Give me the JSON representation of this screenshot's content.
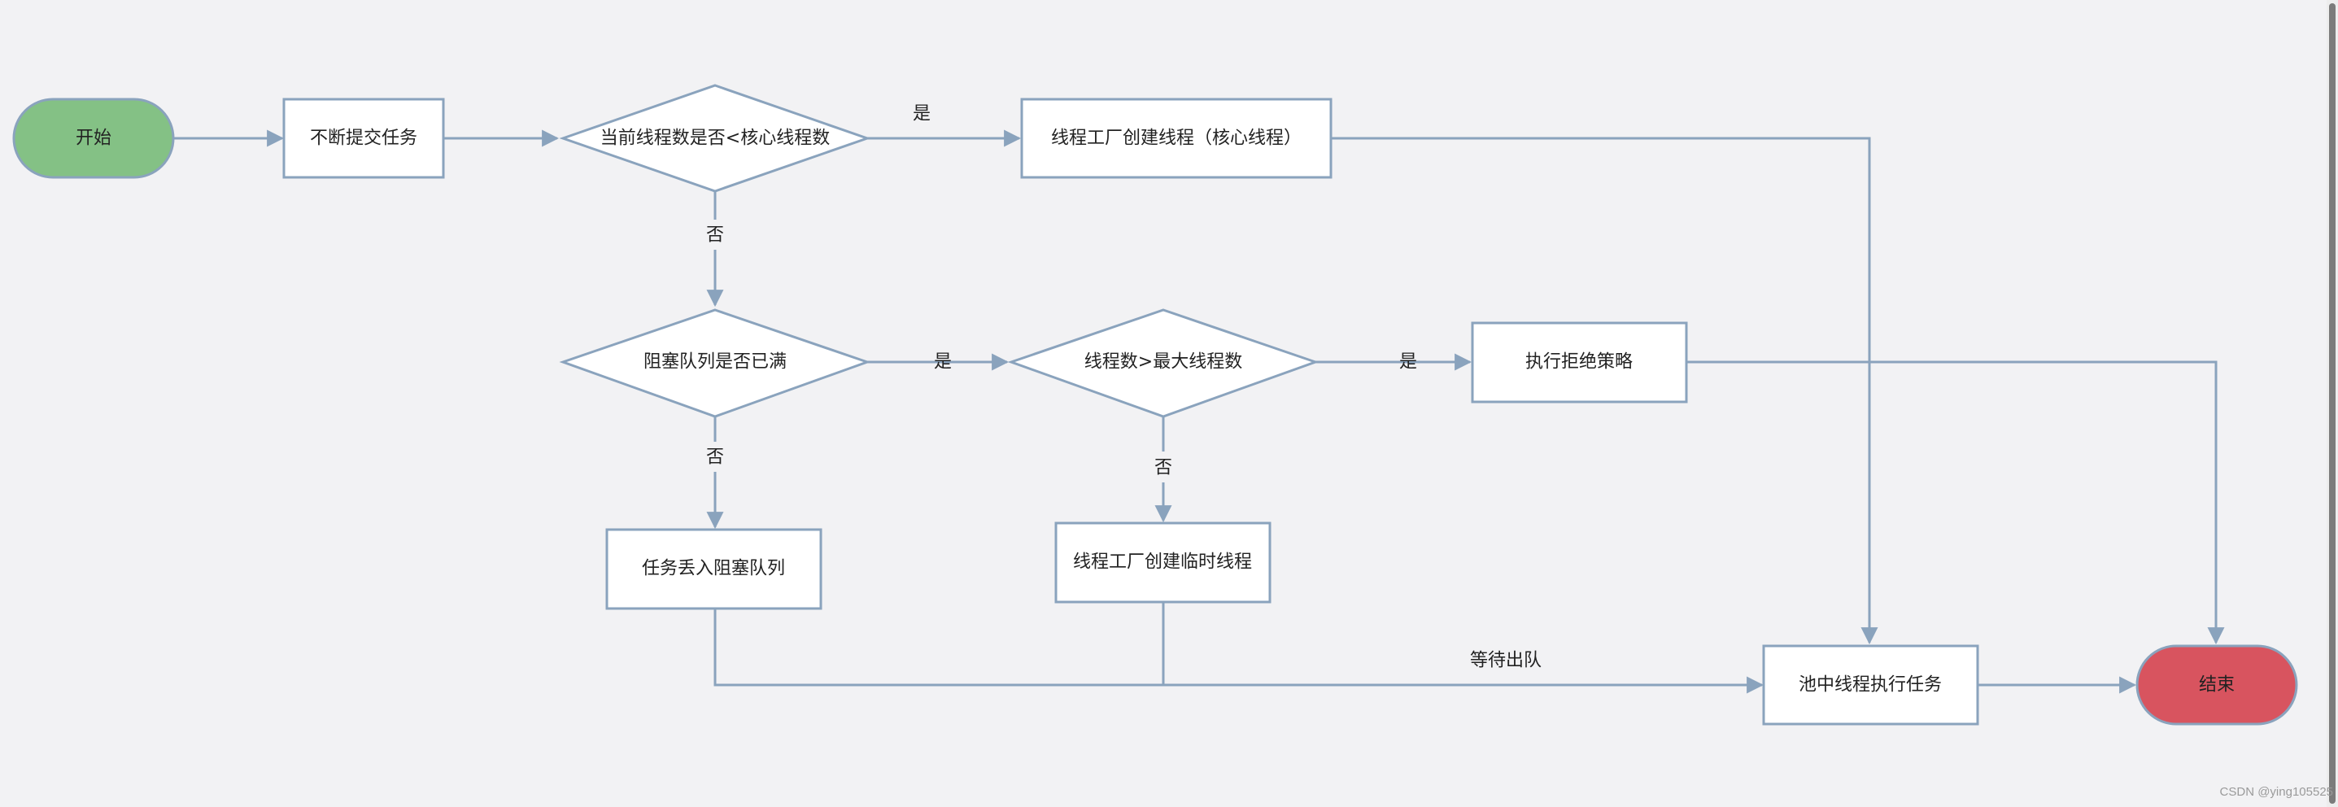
{
  "nodes": {
    "start": "开始",
    "submit": "不断提交任务",
    "check_core": "当前线程数是否<核心线程数",
    "create_core": "线程工厂创建线程（核心线程）",
    "check_queue": "阻塞队列是否已满",
    "check_max": "线程数>最大线程数",
    "reject": "执行拒绝策略",
    "enqueue": "任务丢入阻塞队列",
    "create_temp": "线程工厂创建临时线程",
    "execute": "池中线程执行任务",
    "end": "结束"
  },
  "edges": {
    "core_yes": "是",
    "core_no": "否",
    "queue_yes": "是",
    "queue_no": "否",
    "max_yes": "是",
    "max_no": "否",
    "wait_dequeue": "等待出队"
  },
  "colors": {
    "start_fill": "#84c185",
    "end_fill": "#d8545f",
    "node_stroke": "#8aa3bd",
    "node_fill": "#ffffff",
    "edge": "#8aa3bd"
  },
  "watermark": "CSDN @ying105525"
}
